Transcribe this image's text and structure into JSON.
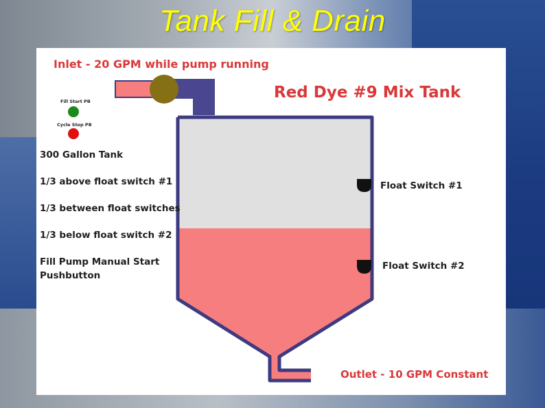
{
  "slide": {
    "title": "Tank Fill & Drain"
  },
  "diagram": {
    "inlet_label": "Inlet - 20 GPM while pump running",
    "tank_title": "Red Dye #9 Mix Tank",
    "outlet_label": "Outlet - 10 GPM Constant",
    "pushbuttons": [
      {
        "label": "Fill Start PB",
        "color": "#1a8a1a"
      },
      {
        "label": "Cycle Stop PB",
        "color": "#e01010"
      }
    ],
    "info_lines": [
      "300 Gallon Tank",
      "1/3 above float switch #1",
      "1/3 between float switches",
      "1/3 below float switch #2",
      "Fill Pump Manual Start",
      "Pushbutton"
    ],
    "float_switches": [
      {
        "label": "Float Switch #1"
      },
      {
        "label": "Float Switch #2"
      }
    ],
    "colors": {
      "liquid": "#f77e7e",
      "empty_space": "#e0e0e0",
      "tank_wall": "#3d3a80",
      "pump": "#857016",
      "label_red": "#d9383a"
    }
  }
}
